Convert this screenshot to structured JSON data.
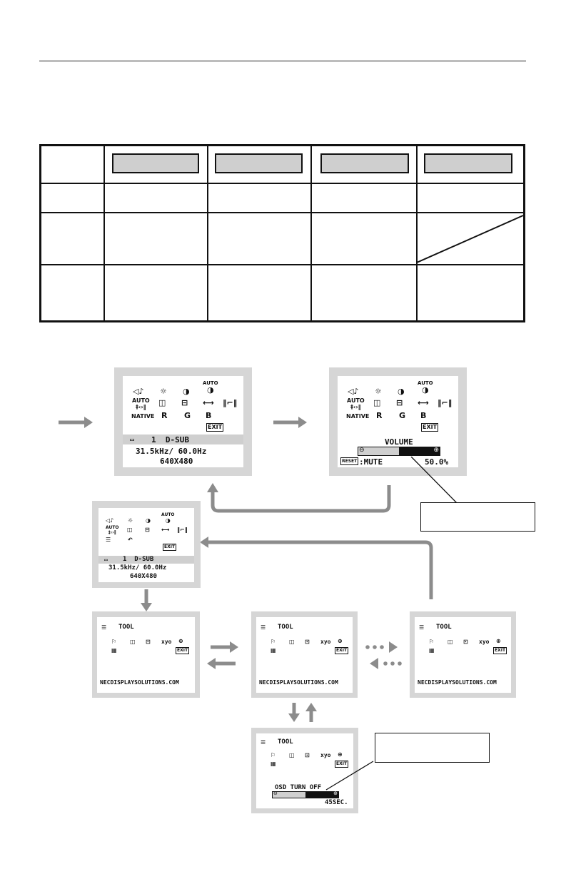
{
  "main_menu": {
    "icons": [
      [
        "volume-icon",
        "brightness-icon",
        "contrast-icon",
        "auto-adjust-icon"
      ],
      [
        "auto-adjust-size-icon",
        "left-right-icon",
        "down-up-icon",
        "h-size-icon",
        "fine-icon"
      ],
      [
        "native-icon",
        "red-icon",
        "green-icon",
        "blue-icon",
        "exit-icon"
      ]
    ],
    "row2_labels": [
      "AUTO"
    ],
    "native_label": "NATIVE",
    "r_label": "R",
    "g_label": "G",
    "b_label": "B",
    "exit_label": "EXIT",
    "auto_label": "AUTO",
    "input_label": "1  D-SUB",
    "frequency": "31.5kHz/ 60.0Hz",
    "resolution": "640X480"
  },
  "volume_screen": {
    "title": "VOLUME",
    "mute_label": ":MUTE",
    "reset_label": "RESET",
    "value": "50.0%",
    "level": 0.5
  },
  "tool_screen": {
    "title": "TOOL",
    "exit_label": "EXIT",
    "url": "NECDISPLAYSOLUTIONS.COM",
    "xyo_label": "xyo"
  },
  "osd_off_screen": {
    "label": "OSD TURN OFF",
    "value": "45SEC.",
    "level": 0.5
  },
  "colors": {
    "frame": "#d6d6d6",
    "arrow": "#8c8c8c",
    "key_fill": "#cfcfcf"
  }
}
